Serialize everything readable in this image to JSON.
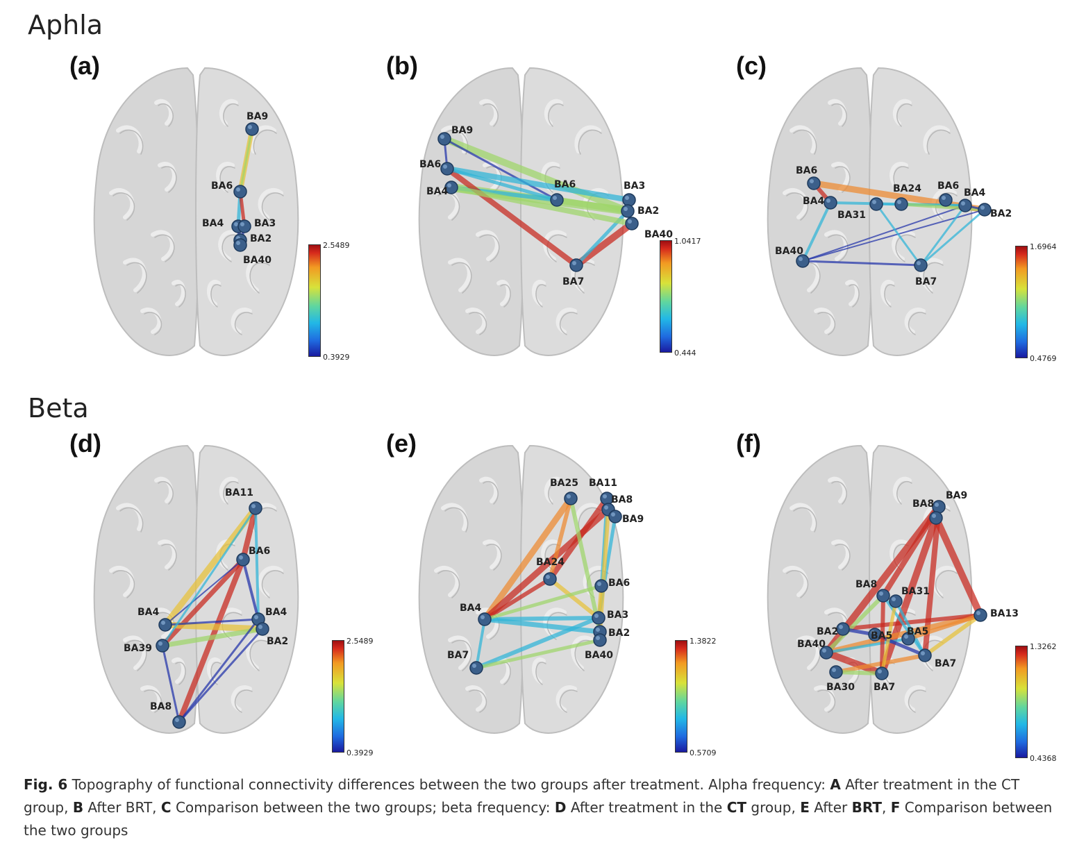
{
  "sections": {
    "alpha_title": "Aphla",
    "beta_title": "Beta"
  },
  "panels": [
    {
      "label": "(a)",
      "cbar_max": "2.5489",
      "cbar_min": "0.3929",
      "nodes": [
        "BA9",
        "BA6",
        "BA4",
        "BA3",
        "BA2",
        "BA40"
      ]
    },
    {
      "label": "(b)",
      "cbar_max": "1.0417",
      "cbar_min": "0.444",
      "nodes": [
        "BA9",
        "BA6",
        "BA4",
        "BA6",
        "BA3",
        "BA2",
        "BA40",
        "BA7"
      ]
    },
    {
      "label": "(c)",
      "cbar_max": "1.6964",
      "cbar_min": "0.4769",
      "nodes": [
        "BA6",
        "BA24",
        "BA6",
        "BA4",
        "BA4",
        "BA2",
        "BA31",
        "BA40",
        "BA7"
      ]
    },
    {
      "label": "(d)",
      "cbar_max": "2.5489",
      "cbar_min": "0.3929",
      "nodes": [
        "BA11",
        "BA6",
        "BA4",
        "BA4",
        "BA39",
        "BA2",
        "BA8"
      ]
    },
    {
      "label": "(e)",
      "cbar_max": "1.3822",
      "cbar_min": "0.5709",
      "nodes": [
        "BA25",
        "BA11",
        "BA8",
        "BA9",
        "BA24",
        "BA6",
        "BA4",
        "BA3",
        "BA2",
        "BA40",
        "BA7"
      ]
    },
    {
      "label": "(f)",
      "cbar_max": "1.3262",
      "cbar_min": "0.4368",
      "nodes": [
        "BA9",
        "BA8",
        "BA8",
        "BA31",
        "BA13",
        "BA2",
        "BA5",
        "BA5",
        "BA40",
        "BA7",
        "BA30",
        "BA7"
      ]
    }
  ],
  "caption": {
    "fig_label": "Fig. 6",
    "text_1": " Topography of functional connectivity differences between the two groups after treatment. Alpha frequency: ",
    "a_key": "A",
    "a_text": " After treatment in the CT group, ",
    "b_key": "B",
    "b_text": " After BRT, ",
    "c_key": "C",
    "c_text": " Comparison between the two groups; beta frequency: ",
    "d_key": "D",
    "d_text": " After treatment in the ",
    "d_bold": "CT",
    "d_text2": "  group, ",
    "e_key": "E",
    "e_text": " After ",
    "e_bold": "BRT",
    "e_text2": ", ",
    "f_key": "F",
    "f_text": " Comparison between the two groups"
  }
}
